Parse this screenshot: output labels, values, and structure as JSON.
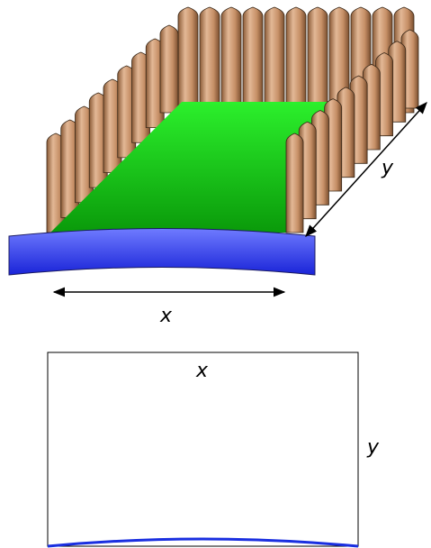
{
  "figure": {
    "colors": {
      "fence_light": "#e3b896",
      "fence_mid": "#c68f66",
      "fence_dark": "#8a5a36",
      "fence_outline": "#3a2818",
      "grass_light": "#2cf02c",
      "grass_dark": "#0a9a0a",
      "river_light": "#6f7bff",
      "river_dark": "#1a24d8",
      "plan_border": "#000000",
      "plan_river": "#1a2fe0"
    },
    "labels": {
      "x_upper": "x",
      "y_upper": "y",
      "x_lower": "x",
      "y_lower": "y"
    },
    "icons": {
      "x_arrow": "double-headed-arrow",
      "y_arrow": "double-headed-arrow"
    }
  }
}
